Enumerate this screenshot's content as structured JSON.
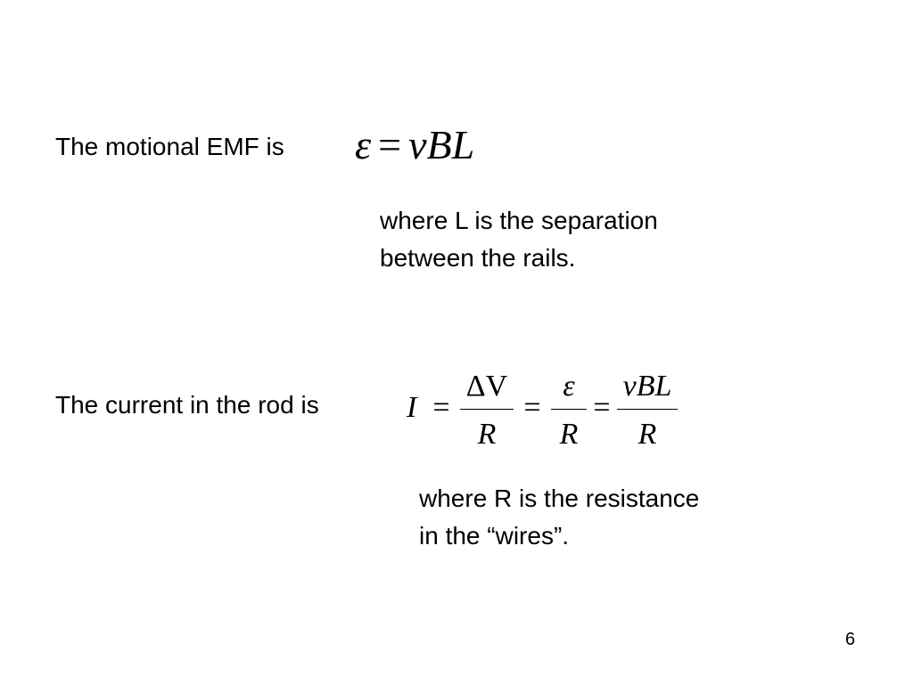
{
  "slide": {
    "emf_intro": "The motional EMF is",
    "emf_equation": {
      "lhs": "ε",
      "op": "=",
      "rhs": "vBL"
    },
    "emf_note_line1": "where L is the separation",
    "emf_note_line2": "between the rails.",
    "current_intro": "The current in the rod is",
    "current_equation": {
      "lhs": "I",
      "eq1": "=",
      "frac1_num": "ΔV",
      "frac1_den": "R",
      "eq2": "=",
      "frac2_num": "ε",
      "frac2_den": "R",
      "eq3": "=",
      "frac3_num": "vBL",
      "frac3_den": "R"
    },
    "current_note_line1": "where R is the resistance",
    "current_note_line2": "in the “wires”.",
    "page_number": "6"
  }
}
